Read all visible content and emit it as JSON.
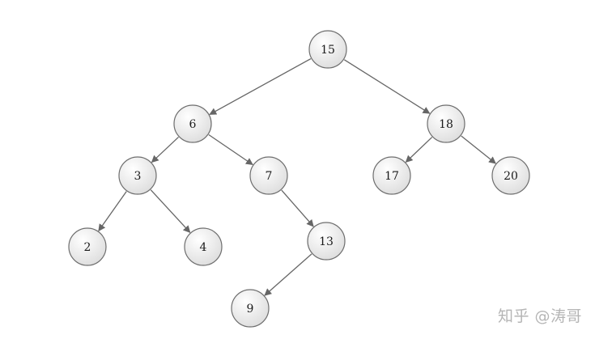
{
  "diagram": {
    "nodes": [
      {
        "id": "n15",
        "label": "15"
      },
      {
        "id": "n6",
        "label": "6"
      },
      {
        "id": "n18",
        "label": "18"
      },
      {
        "id": "n3",
        "label": "3"
      },
      {
        "id": "n7",
        "label": "7"
      },
      {
        "id": "n17",
        "label": "17"
      },
      {
        "id": "n20",
        "label": "20"
      },
      {
        "id": "n2",
        "label": "2"
      },
      {
        "id": "n4",
        "label": "4"
      },
      {
        "id": "n13",
        "label": "13"
      },
      {
        "id": "n9",
        "label": "9"
      }
    ],
    "edges": [
      {
        "from": "n15",
        "to": "n6"
      },
      {
        "from": "n15",
        "to": "n18"
      },
      {
        "from": "n6",
        "to": "n3"
      },
      {
        "from": "n6",
        "to": "n7"
      },
      {
        "from": "n18",
        "to": "n17"
      },
      {
        "from": "n18",
        "to": "n20"
      },
      {
        "from": "n3",
        "to": "n2"
      },
      {
        "from": "n3",
        "to": "n4"
      },
      {
        "from": "n7",
        "to": "n13"
      },
      {
        "from": "n13",
        "to": "n9"
      }
    ],
    "colors": {
      "node_fill_light": "#ffffff",
      "node_fill_dark": "#dcdcdc",
      "node_stroke": "#6e6e6e",
      "edge": "#666666",
      "text": "#1a1a1a"
    }
  },
  "watermark": {
    "text": "知乎 @涛哥"
  }
}
